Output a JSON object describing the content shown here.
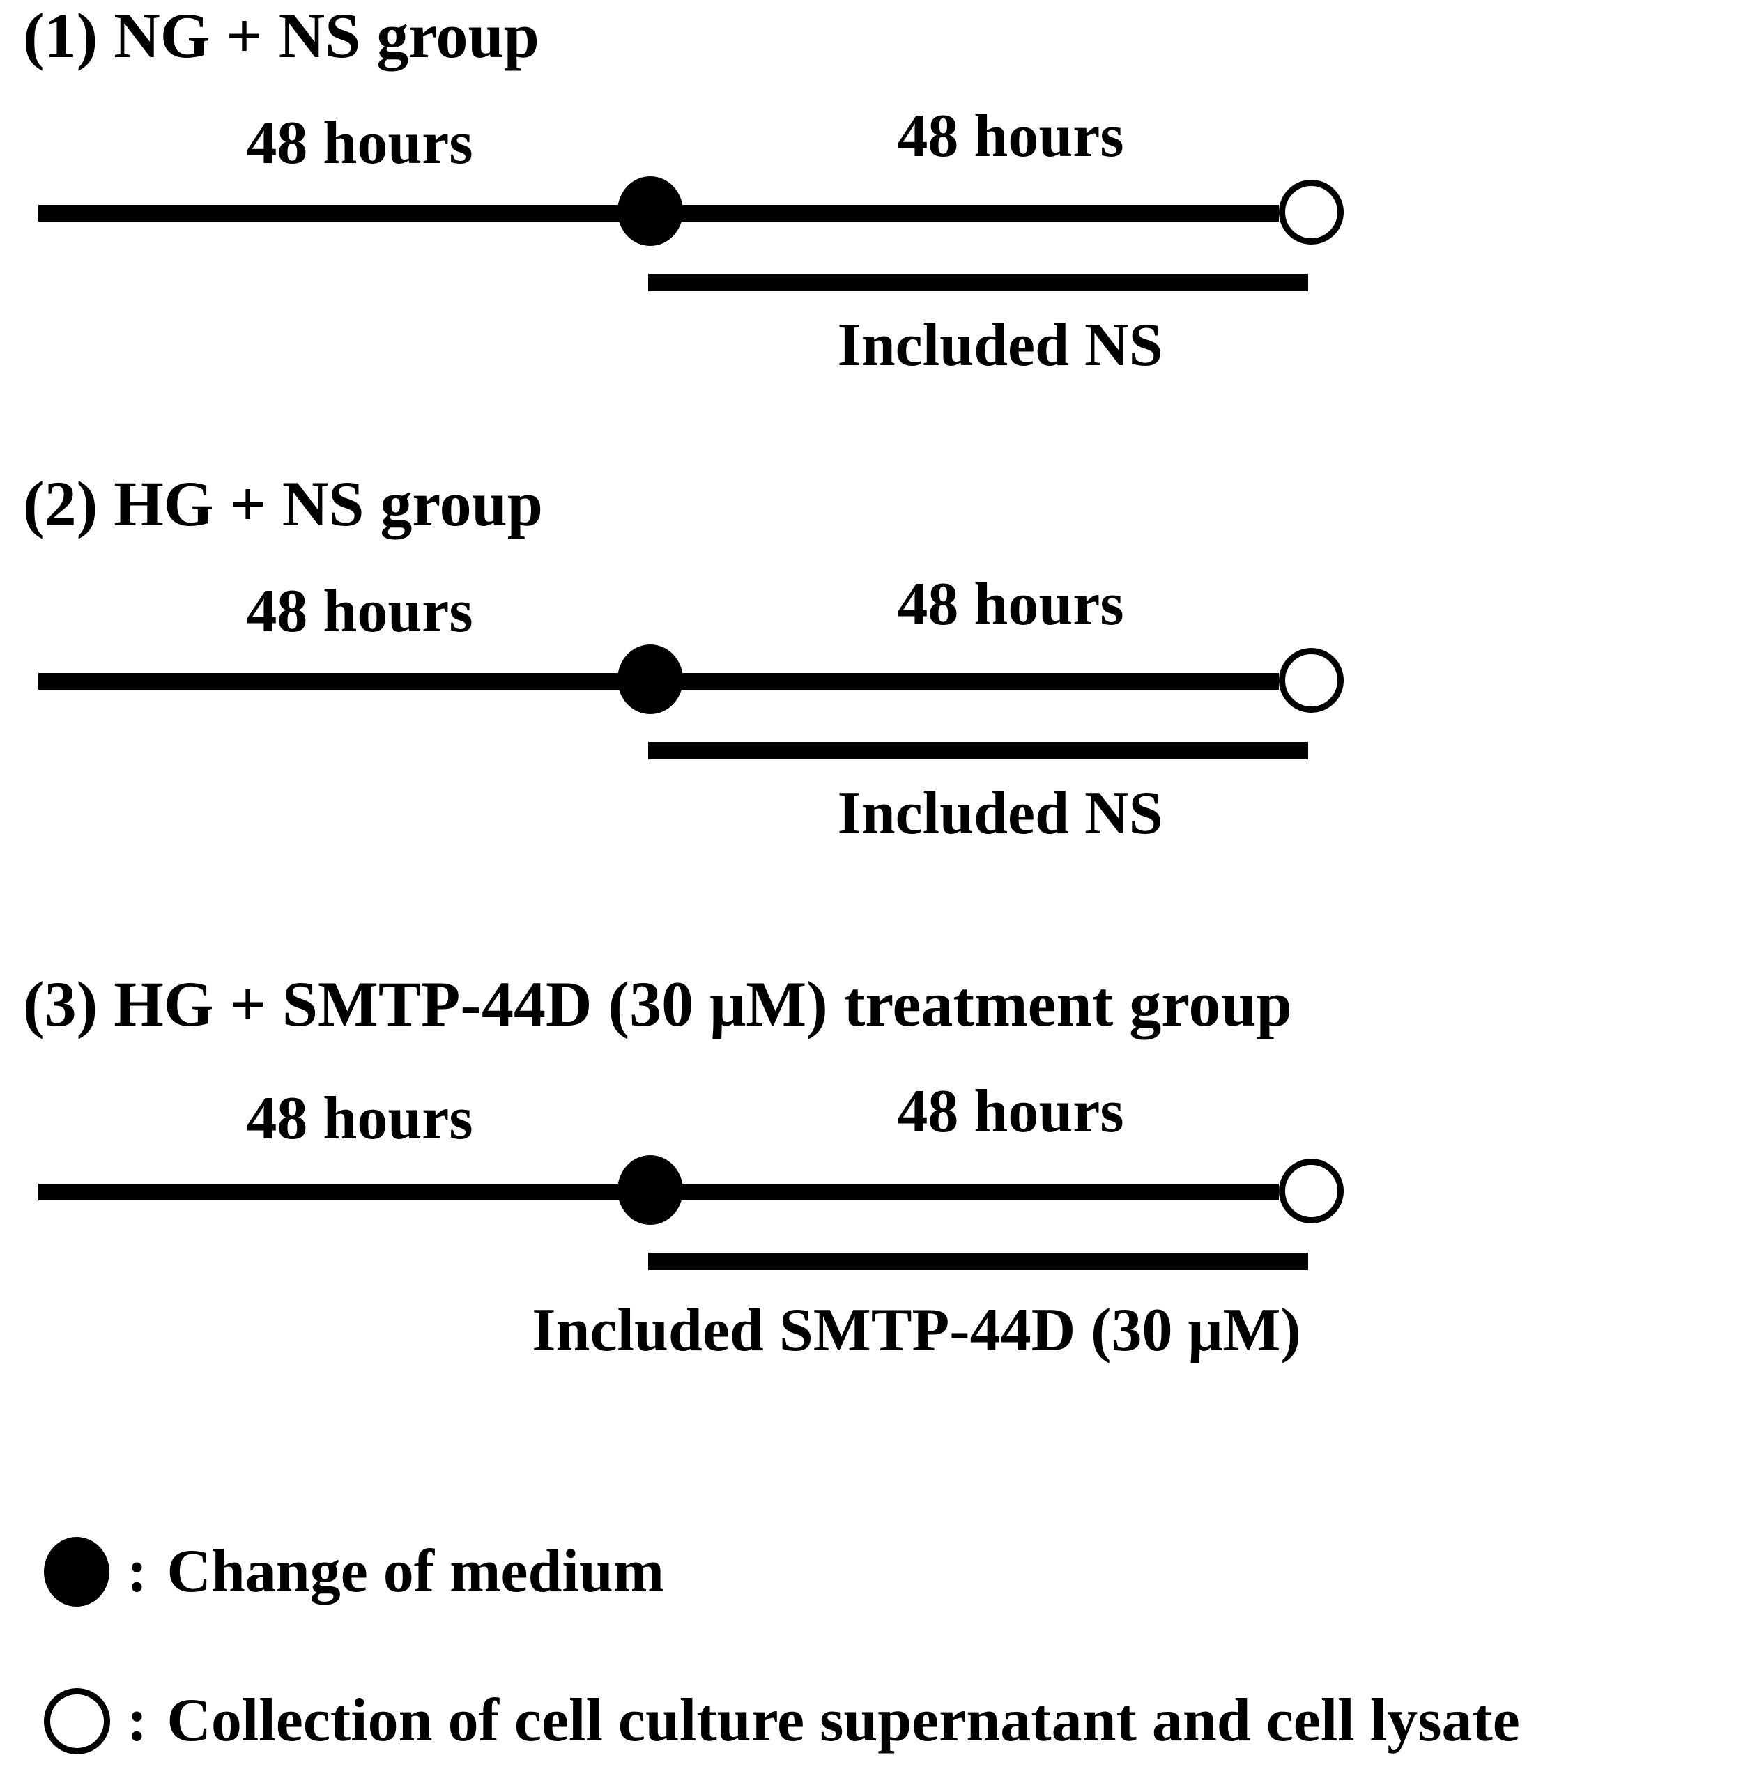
{
  "figure": {
    "background_color": "#ffffff",
    "ink_color": "#000000"
  },
  "groups": [
    {
      "title": "(1) NG + NS group",
      "phase1_duration": "48 hours",
      "phase2_duration": "48 hours",
      "included_label": "Included NS"
    },
    {
      "title": "(2) HG + NS group",
      "phase1_duration": "48 hours",
      "phase2_duration": "48 hours",
      "included_label": "Included NS"
    },
    {
      "title": "(3) HG + SMTP-44D (30 μM) treatment group",
      "phase1_duration": "48 hours",
      "phase2_duration": "48 hours",
      "included_label": "Included SMTP-44D (30 μM)"
    }
  ],
  "legend": {
    "separator": ":",
    "items": [
      {
        "symbol": "filled-circle",
        "label": "Change of medium"
      },
      {
        "symbol": "open-circle",
        "label": "Collection of cell culture supernatant and cell lysate"
      }
    ]
  }
}
